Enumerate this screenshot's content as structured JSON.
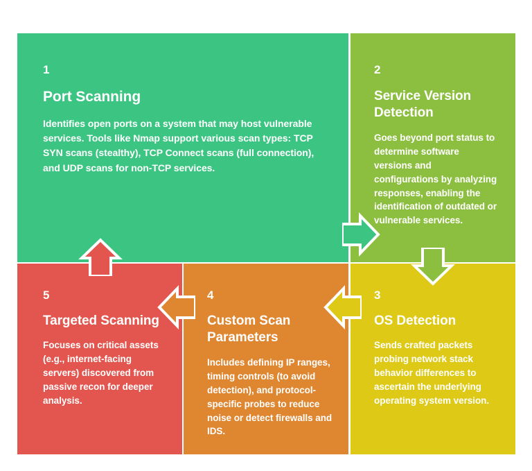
{
  "diagram": {
    "type": "process-cycle",
    "background_color": "#ffffff",
    "panels": [
      {
        "number": "1",
        "title": "Port Scanning",
        "body": "Identifies open ports on a system that may host vulnerable services. Tools like Nmap support various scan types: TCP SYN scans (stealthy), TCP Connect scans (full connection), and UDP scans for non-TCP services.",
        "color": "#3cc483",
        "name": "port-scanning"
      },
      {
        "number": "2",
        "title": "Service Version Detection",
        "body": "Goes beyond port status to determine software versions and configurations by analyzing responses, enabling the identification of outdated or vulnerable services.",
        "color": "#8cbf40",
        "name": "service-version-detection"
      },
      {
        "number": "3",
        "title": "OS Detection",
        "body": "Sends crafted packets probing network stack behavior differences to ascertain the underlying operating system version.",
        "color": "#ddc916",
        "name": "os-detection"
      },
      {
        "number": "4",
        "title": "Custom Scan Parameters",
        "body": "Includes defining IP ranges, timing controls (to avoid detection), and protocol-specific probes to reduce noise or detect firewalls and IDS.",
        "color": "#df8631",
        "name": "custom-scan-parameters"
      },
      {
        "number": "5",
        "title": "Targeted Scanning",
        "body": "Focuses on critical assets (e.g., internet-facing servers) discovered from passive recon for deeper analysis.",
        "color": "#e2564f",
        "name": "targeted-scanning"
      }
    ],
    "arrows": [
      {
        "from": "1",
        "to": "2",
        "direction": "right",
        "fill": "#3cc483",
        "stroke": "#ffffff"
      },
      {
        "from": "2",
        "to": "3",
        "direction": "down",
        "fill": "#8cbf40",
        "stroke": "#ffffff"
      },
      {
        "from": "3",
        "to": "4",
        "direction": "left",
        "fill": "#ddc916",
        "stroke": "#ffffff"
      },
      {
        "from": "4",
        "to": "5",
        "direction": "left",
        "fill": "#df8631",
        "stroke": "#ffffff"
      },
      {
        "from": "5",
        "to": "1",
        "direction": "up",
        "fill": "#e2564f",
        "stroke": "#ffffff"
      }
    ]
  }
}
